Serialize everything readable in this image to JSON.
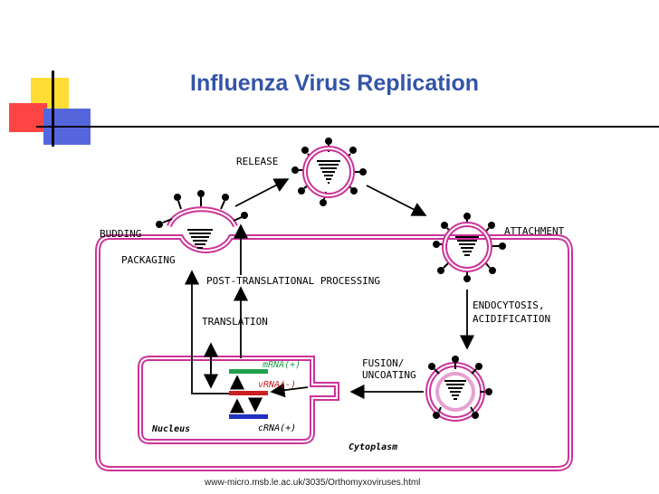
{
  "slide": {
    "title": "Influenza Virus Replication",
    "source_url": "www-micro.msb.le.ac.uk/3035/Orthomyxoviruses.html"
  },
  "colors": {
    "title": "#3355a8",
    "membrane": "#cc3399",
    "membrane_light": "#e6a0d2",
    "mrna": "#22a04a",
    "vrna": "#cc2020",
    "crna": "#2030c0",
    "deco_yellow": "#ffdd33",
    "deco_red": "#ff4444",
    "deco_blue": "#5566dd"
  },
  "diagram": {
    "labels": {
      "release": "RELEASE",
      "budding": "BUDDING",
      "packaging": "PACKAGING",
      "attachment": "ATTACHMENT",
      "post_translational": "POST-TRANSLATIONAL PROCESSING",
      "endocytosis": "ENDOCYTOSIS,",
      "acidification": "ACIDIFICATION",
      "translation": "TRANSLATION",
      "fusion": "FUSION/",
      "uncoating": "UNCOATING",
      "mrna": "mRNA(+)",
      "vrna": "vRNA(-)",
      "crna": "cRNA(+)",
      "nucleus": "Nucleus",
      "cytoplasm": "Cytoplasm"
    }
  }
}
